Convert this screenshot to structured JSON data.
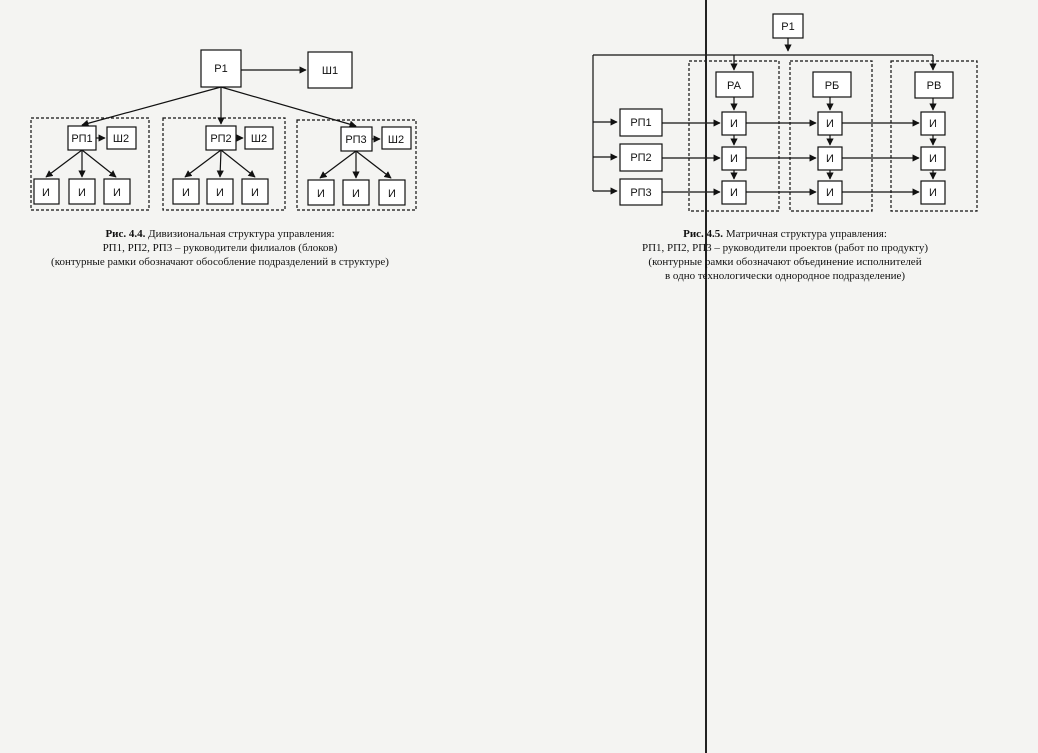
{
  "fig44": {
    "nodes": {
      "p1": "Р1",
      "sh1": "Ш1",
      "rp1": "РП1",
      "rp2": "РП2",
      "rp3": "РП3",
      "sh2": "Ш2",
      "i": "И"
    },
    "caption": {
      "label": "Рис. 4.4.",
      "title": " Дивизиональная структура управления:",
      "line2": "РП1, РП2, РП3 – руководители филиалов (блоков)",
      "line3": "(контурные рамки обозначают обособление подразделений в структуре)"
    }
  },
  "fig45": {
    "nodes": {
      "p1": "Р1",
      "ra": "РА",
      "rb": "РБ",
      "rv": "РВ",
      "rp1": "РП1",
      "rp2": "РП2",
      "rp3": "РП3",
      "i": "И"
    },
    "caption": {
      "label": "Рис. 4.5.",
      "title": " Матричная структура управления:",
      "line2": "РП1, РП2, РП3 – руководители проектов (работ по продукту)",
      "line3": "(контурные рамки обозначают объединение исполнителей",
      "line4": "в одно технологически однородное подразделение)"
    }
  }
}
